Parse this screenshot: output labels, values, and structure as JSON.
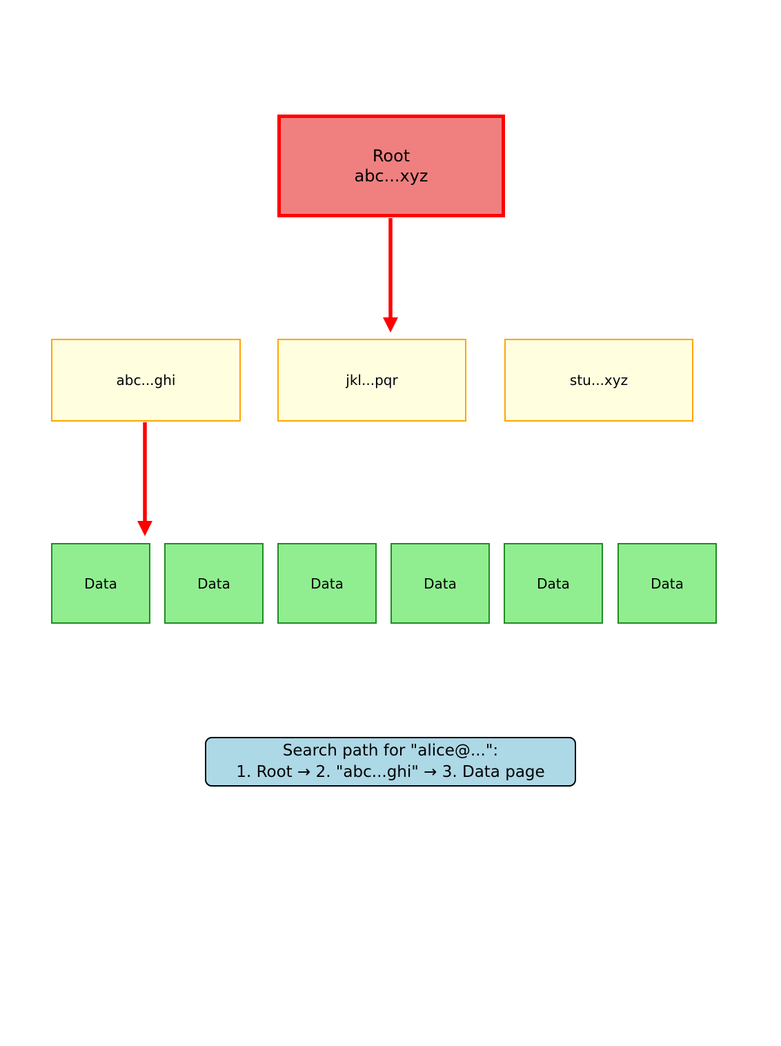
{
  "diagram": {
    "root": {
      "line1": "Root",
      "line2": "abc...xyz"
    },
    "internal_nodes": [
      {
        "label": "abc...ghi"
      },
      {
        "label": "jkl...pqr"
      },
      {
        "label": "stu...xyz"
      }
    ],
    "data_pages": [
      {
        "label": "Data"
      },
      {
        "label": "Data"
      },
      {
        "label": "Data"
      },
      {
        "label": "Data"
      },
      {
        "label": "Data"
      },
      {
        "label": "Data"
      }
    ],
    "search_note": {
      "line1": "Search path for \"alice@...\":",
      "line2": "1. Root → 2. \"abc...ghi\" → 3. Data page"
    },
    "colors": {
      "root_fill": "#F08080",
      "root_border": "#FF0000",
      "internal_fill": "#FFFFE0",
      "internal_border": "#FFA500",
      "data_fill": "#90EE90",
      "data_border": "#228B22",
      "note_fill": "#ADD8E6",
      "note_border": "#000000",
      "arrow_color": "#FF0000",
      "background": "#FFFFFF"
    }
  }
}
